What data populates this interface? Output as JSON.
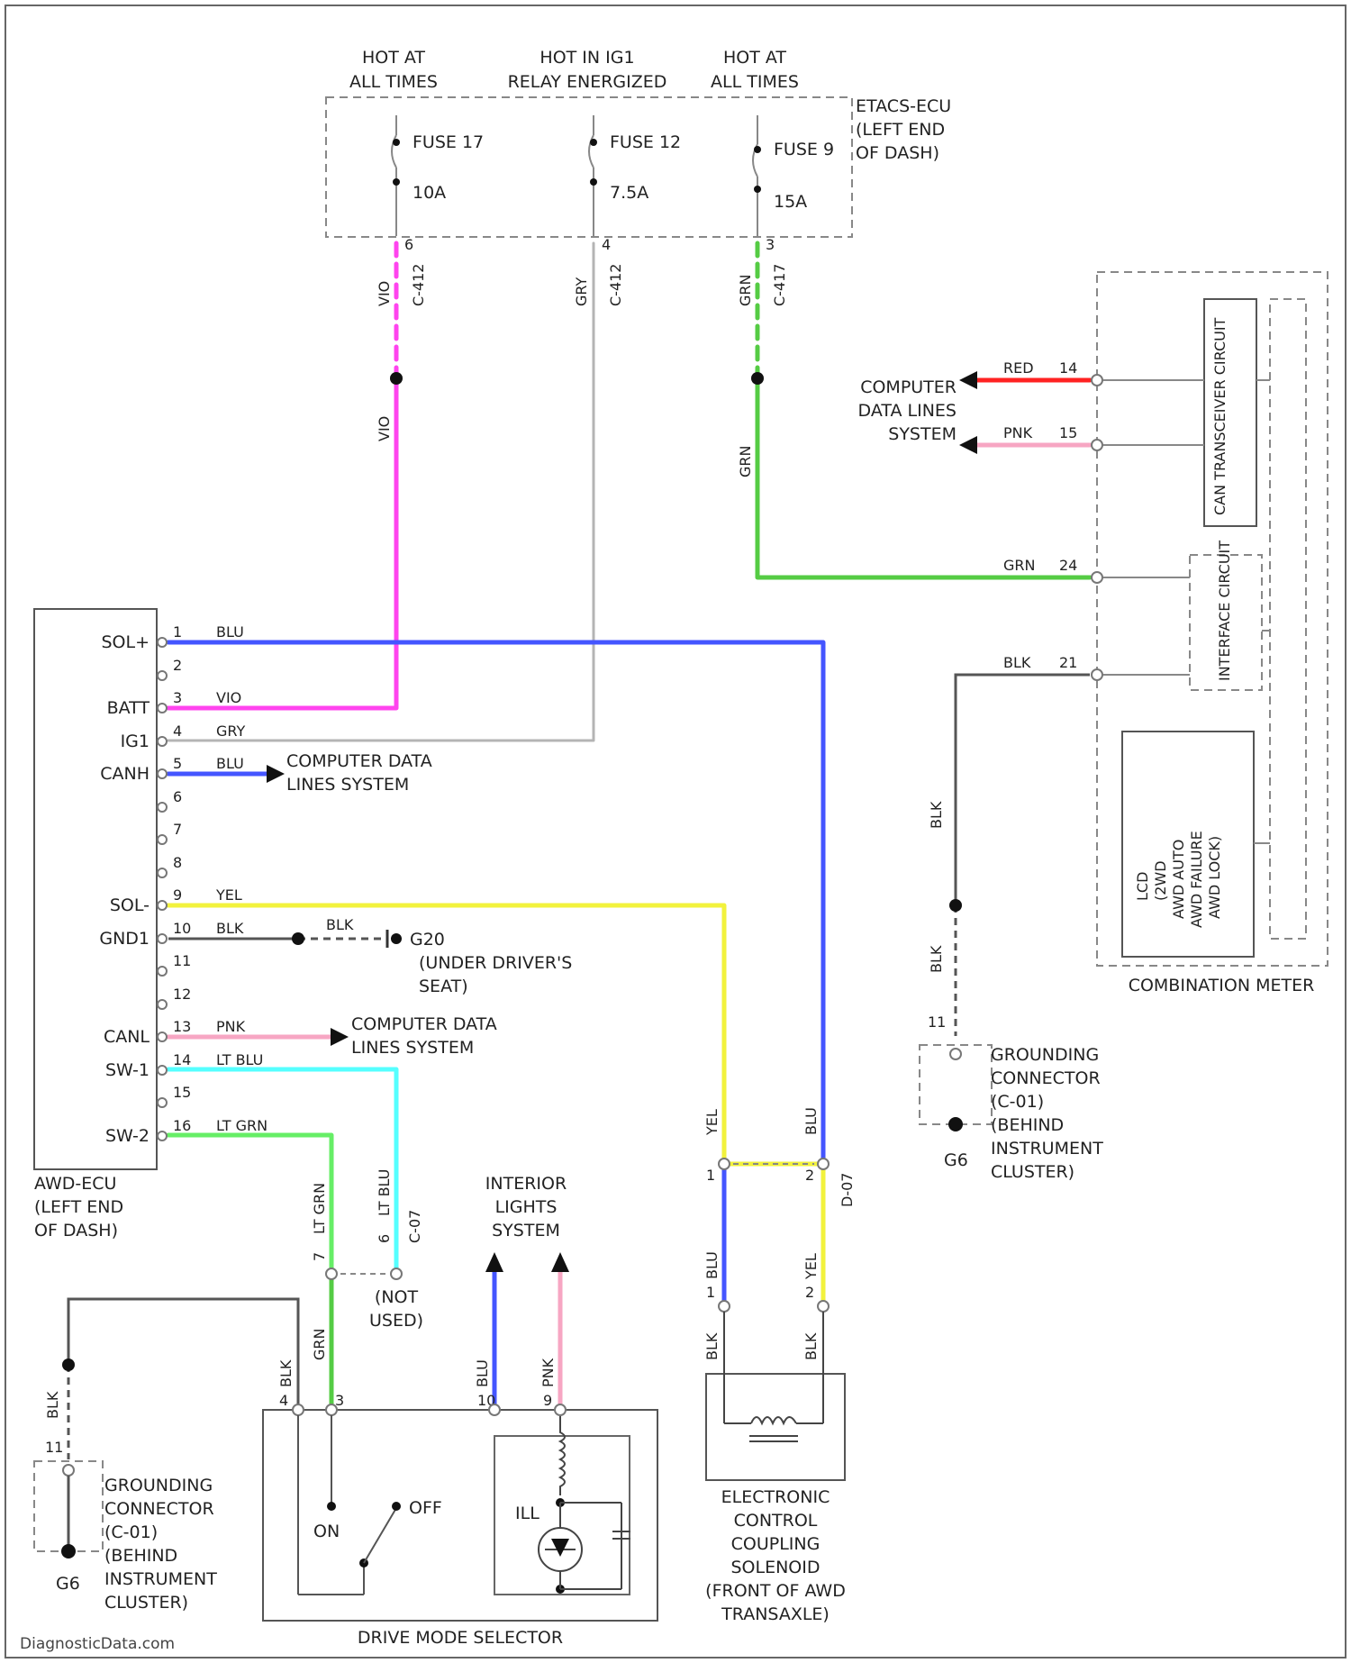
{
  "power": {
    "hot1": [
      "HOT AT",
      "ALL TIMES"
    ],
    "hot2": [
      "HOT IN IG1",
      "RELAY ENERGIZED"
    ],
    "hot3": [
      "HOT AT",
      "ALL TIMES"
    ],
    "etacs": [
      "ETACS-ECU",
      "(LEFT END",
      "OF DASH)"
    ],
    "fuses": [
      {
        "name": "FUSE 17",
        "amp": "10A",
        "wire": "VIO",
        "conn": "C-412",
        "pin": "6"
      },
      {
        "name": "FUSE 12",
        "amp": "7.5A",
        "wire": "GRY",
        "conn": "C-412",
        "pin": "4"
      },
      {
        "name": "FUSE 9",
        "amp": "15A",
        "wire": "GRN",
        "conn": "C-417",
        "pin": "3"
      }
    ]
  },
  "wire_colors": {
    "VIO": "#ff44ee",
    "GRY": "#b4b4b4",
    "GRN": "#55cc44",
    "BLU": "#4455ff",
    "YEL": "#f2f23c",
    "PNK": "#f7a6c3",
    "LTBLU": "#55ffff",
    "LTGRN": "#66ee66",
    "RED": "#ff2222",
    "BLK": "#555555"
  },
  "ecu": {
    "name": [
      "AWD-ECU",
      "(LEFT END",
      "OF DASH)"
    ],
    "pins": [
      {
        "num": "1",
        "label": "SOL+",
        "wire": "BLU"
      },
      {
        "num": "2",
        "label": "",
        "wire": ""
      },
      {
        "num": "3",
        "label": "BATT",
        "wire": "VIO"
      },
      {
        "num": "4",
        "label": "IG1",
        "wire": "GRY"
      },
      {
        "num": "5",
        "label": "CANH",
        "wire": "BLU"
      },
      {
        "num": "6",
        "label": "",
        "wire": ""
      },
      {
        "num": "7",
        "label": "",
        "wire": ""
      },
      {
        "num": "8",
        "label": "",
        "wire": ""
      },
      {
        "num": "9",
        "label": "SOL-",
        "wire": "YEL"
      },
      {
        "num": "10",
        "label": "GND1",
        "wire": "BLK"
      },
      {
        "num": "11",
        "label": "",
        "wire": ""
      },
      {
        "num": "12",
        "label": "",
        "wire": ""
      },
      {
        "num": "13",
        "label": "CANL",
        "wire": "PNK"
      },
      {
        "num": "14",
        "label": "SW-1",
        "wire": "LT BLU"
      },
      {
        "num": "15",
        "label": "",
        "wire": ""
      },
      {
        "num": "16",
        "label": "SW-2",
        "wire": "LT GRN"
      }
    ],
    "can_label": [
      "COMPUTER DATA",
      "LINES SYSTEM"
    ],
    "gnd_wire": "BLK",
    "gnd_name": "G20",
    "gnd_loc": [
      "(UNDER DRIVER'S",
      "SEAT)"
    ]
  },
  "meter": {
    "name": "COMBINATION METER",
    "can_circuit": "CAN TRANSCEIVER CIRCUIT",
    "iface": "INTERFACE CIRCUIT",
    "lcd": [
      "LCD",
      "(2WD",
      "AWD AUTO",
      "AWD FAILURE",
      "AWD LOCK)"
    ],
    "data_label": [
      "COMPUTER",
      "DATA LINES",
      "SYSTEM"
    ],
    "pins": [
      {
        "num": "14",
        "wire": "RED"
      },
      {
        "num": "15",
        "wire": "PNK"
      },
      {
        "num": "24",
        "wire": "GRN"
      },
      {
        "num": "21",
        "wire": "BLK"
      }
    ]
  },
  "ground_right": {
    "wire": "BLK",
    "pin": "11",
    "name": "G6",
    "label": [
      "GROUNDING",
      "CONNECTOR",
      "(C-01)",
      "(BEHIND",
      "INSTRUMENT",
      "CLUSTER)"
    ]
  },
  "ground_left": {
    "wire": "BLK",
    "pin": "11",
    "name": "G6",
    "label": [
      "GROUNDING",
      "CONNECTOR",
      "(C-01)",
      "(BEHIND",
      "INSTRUMENT",
      "CLUSTER)"
    ]
  },
  "selector_conn": {
    "c07a": {
      "pin": "7",
      "wire": "LT GRN",
      "conn": "C-07"
    },
    "c07b": {
      "pin": "6",
      "wire": "LT BLU",
      "conn": "C-07"
    },
    "not_used": [
      "(NOT",
      "USED)"
    ]
  },
  "interior": [
    "INTERIOR",
    "LIGHTS",
    "SYSTEM"
  ],
  "selector": {
    "name": "DRIVE MODE SELECTOR",
    "pins": [
      {
        "num": "4",
        "wire": "BLK"
      },
      {
        "num": "3",
        "wire": "GRN"
      },
      {
        "num": "10",
        "wire": "BLU"
      },
      {
        "num": "9",
        "wire": "PNK"
      }
    ],
    "on": "ON",
    "off": "OFF",
    "ill": "ILL"
  },
  "solenoid": {
    "name": [
      "ELECTRONIC",
      "CONTROL",
      "COUPLING",
      "SOLENOID",
      "(FRONT OF AWD",
      "TRANSAXLE)"
    ],
    "conn": "D-07",
    "top": [
      {
        "pin": "1",
        "wire": "YEL"
      },
      {
        "pin": "2",
        "wire": "BLU"
      }
    ],
    "bot": [
      {
        "pin": "1",
        "wire": "BLU"
      },
      {
        "pin": "2",
        "wire": "YEL"
      }
    ],
    "end": [
      {
        "pin": "1",
        "wire": "BLK"
      },
      {
        "pin": "2",
        "wire": "BLK"
      }
    ]
  },
  "watermark": "DiagnosticData.com"
}
